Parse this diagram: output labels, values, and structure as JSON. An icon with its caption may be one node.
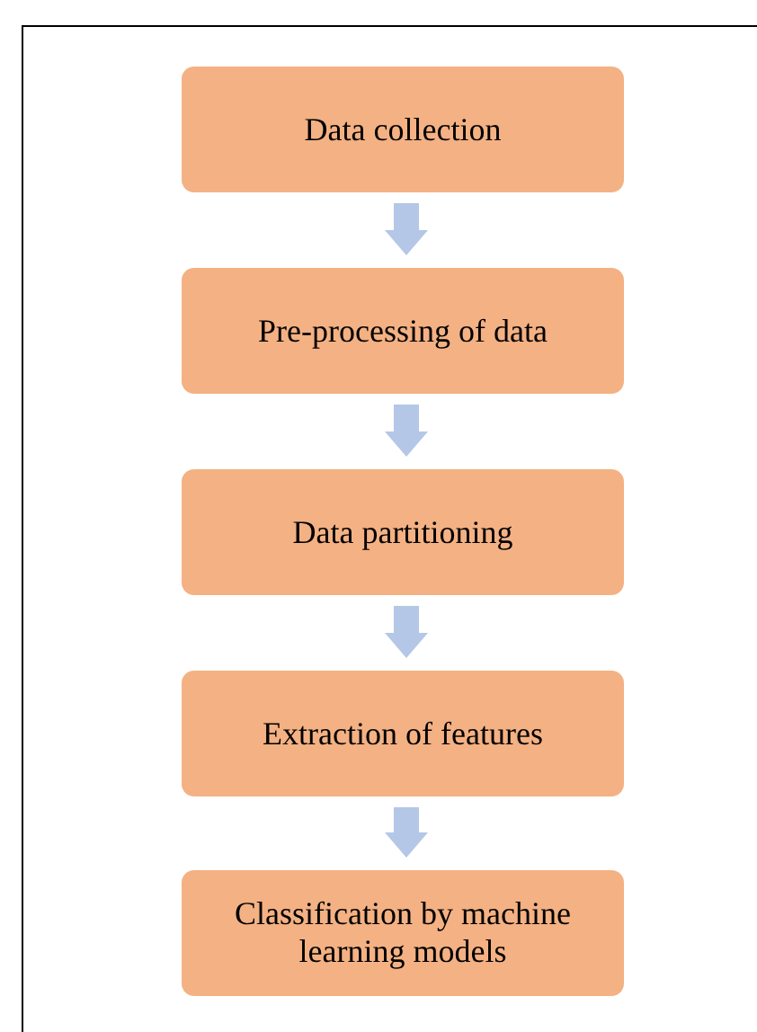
{
  "diagram": {
    "nodes": [
      {
        "text": [
          "Data collection"
        ]
      },
      {
        "text": [
          "Pre-processing of data"
        ]
      },
      {
        "text": [
          "Data partitioning"
        ]
      },
      {
        "text": [
          "Extraction of features"
        ]
      },
      {
        "text": [
          "Classification by machine learning models"
        ]
      }
    ],
    "edges": [
      {
        "from": 0,
        "to": 1,
        "arrow": "to"
      },
      {
        "from": 1,
        "to": 2,
        "arrow": "to"
      },
      {
        "from": 2,
        "to": 3,
        "arrow": "to"
      },
      {
        "from": 3,
        "to": 4,
        "arrow": "to"
      }
    ]
  }
}
